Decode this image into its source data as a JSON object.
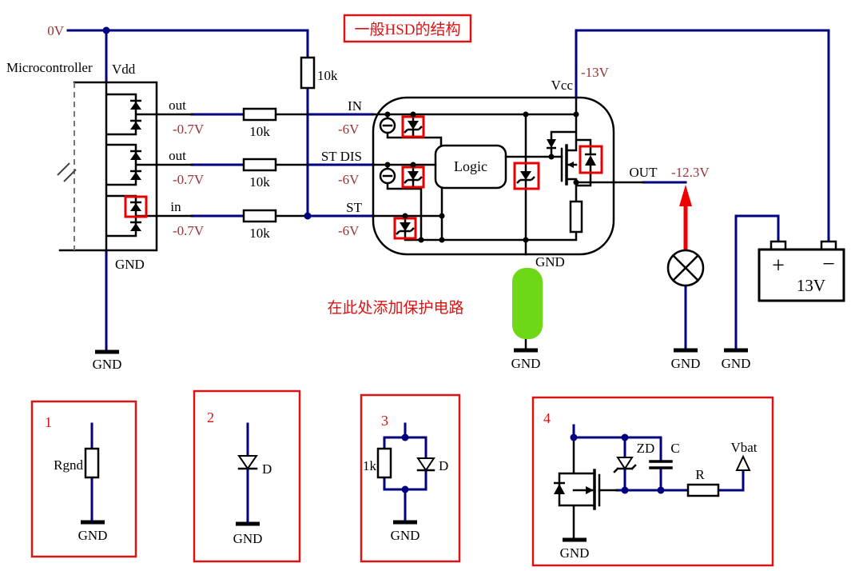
{
  "colors": {
    "wire_blue": "#000080",
    "dark_red_text": "#993333",
    "highlight_red": "#e80000",
    "ic_fill": "#fdfdeb",
    "logic_fill": "#fafac8",
    "green_highlight": "#6cd816"
  },
  "title": "一般HSD的结构",
  "note": "在此处添加保护电路",
  "rails": {
    "v0": "0V",
    "vcc_label": "Vcc",
    "vcc_v": "-13V"
  },
  "pullup_r": "10k",
  "micro": {
    "name": "Microcontroller",
    "vdd": "Vdd",
    "gnd_pin": "GND",
    "gnd_bottom": "GND",
    "rows": [
      {
        "pin": "out",
        "pin_v": "-0.7V",
        "r": "10k",
        "hsd_pin": "IN",
        "hsd_v": "-6V"
      },
      {
        "pin": "out",
        "pin_v": "-0.7V",
        "r": "10k",
        "hsd_pin": "ST DIS",
        "hsd_v": "-6V"
      },
      {
        "pin": "in",
        "pin_v": "-0.7V",
        "r": "10k",
        "hsd_pin": "ST",
        "hsd_v": "-6V"
      }
    ]
  },
  "hsd": {
    "logic": "Logic",
    "gnd_pin": "GND",
    "gnd_bottom": "GND",
    "out": "OUT",
    "out_v": "-12.3V"
  },
  "lamp_gnd": "GND",
  "battery": {
    "v": "13V",
    "plus": "+",
    "minus": "−",
    "gnd": "GND"
  },
  "options": [
    {
      "num": "1",
      "r": "Rgnd",
      "gnd": "GND"
    },
    {
      "num": "2",
      "d": "D",
      "gnd": "GND"
    },
    {
      "num": "3",
      "r": "1k",
      "d": "D",
      "gnd": "GND"
    },
    {
      "num": "4",
      "zd": "ZD",
      "c": "C",
      "r": "R",
      "vbat": "Vbat",
      "gnd": "GND"
    }
  ]
}
